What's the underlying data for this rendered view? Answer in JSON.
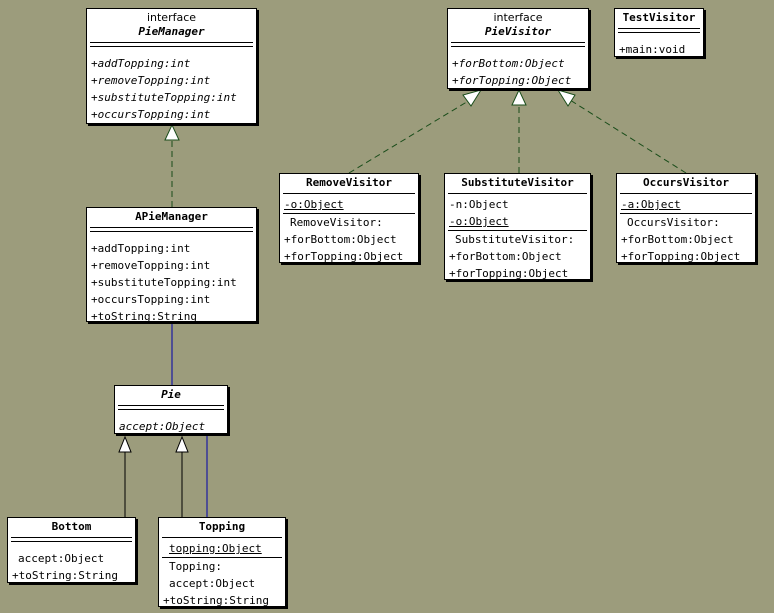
{
  "classes": {
    "pie_manager": {
      "stereotype": "interface",
      "name": "PieManager",
      "operations": [
        "+addTopping:int",
        "+removeTopping:int",
        "+substituteTopping:int",
        "+occursTopping:int"
      ]
    },
    "pie_visitor": {
      "stereotype": "interface",
      "name": "PieVisitor",
      "operations": [
        "+forBottom:Object",
        "+forTopping:Object"
      ]
    },
    "test_visitor": {
      "name": "TestVisitor",
      "operations": [
        "+main:void"
      ]
    },
    "a_pie_manager": {
      "name": "APieManager",
      "operations": [
        "+addTopping:int",
        "+removeTopping:int",
        "+substituteTopping:int",
        "+occursTopping:int",
        "+toString:String"
      ]
    },
    "remove_visitor": {
      "name": "RemoveVisitor",
      "attributes": [
        "-o:Object"
      ],
      "operations": [
        "RemoveVisitor:",
        "+forBottom:Object",
        "+forTopping:Object"
      ]
    },
    "substitute_visitor": {
      "name": "SubstituteVisitor",
      "attributes": [
        "-n:Object",
        "-o:Object"
      ],
      "operations": [
        "SubstituteVisitor:",
        "+forBottom:Object",
        "+forTopping:Object"
      ]
    },
    "occurs_visitor": {
      "name": "OccursVisitor",
      "attributes": [
        "-a:Object"
      ],
      "operations": [
        "OccursVisitor:",
        "+forBottom:Object",
        "+forTopping:Object"
      ]
    },
    "pie": {
      "name": "Pie",
      "operations": [
        "accept:Object"
      ]
    },
    "bottom": {
      "name": "Bottom",
      "operations": [
        "accept:Object",
        "+toString:String"
      ]
    },
    "topping": {
      "name": "Topping",
      "attributes": [
        "topping:Object"
      ],
      "operations": [
        "Topping:",
        "accept:Object",
        "+toString:String"
      ]
    }
  },
  "colors": {
    "background": "#9c9c7c",
    "realization_line": "#1a4d1a",
    "generalization_line": "#000000",
    "association_line": "#0000aa"
  }
}
